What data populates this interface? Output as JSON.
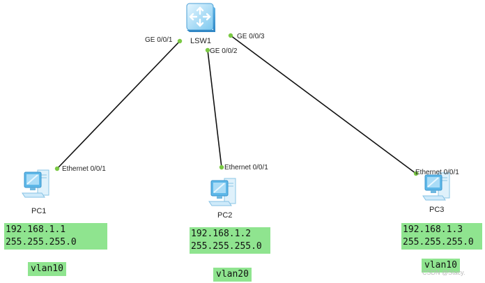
{
  "switch": {
    "name": "LSW1",
    "ports": {
      "p1": "GE 0/0/1",
      "p2": "GE 0/0/2",
      "p3": "GE 0/0/3"
    }
  },
  "hosts": [
    {
      "name": "PC1",
      "port": "Ethernet 0/0/1",
      "ip": "192.168.1.1",
      "mask": "255.255.255.0",
      "vlan": "vlan10"
    },
    {
      "name": "PC2",
      "port": "Ethernet 0/0/1",
      "ip": "192.168.1.2",
      "mask": "255.255.255.0",
      "vlan": "vlan20"
    },
    {
      "name": "PC3",
      "port": "Ethernet 0/0/1",
      "ip": "192.168.1.3",
      "mask": "255.255.255.0",
      "vlan": "vlan10"
    }
  ],
  "watermark": "CSDN @Stacy.",
  "colors": {
    "link": "#111111",
    "port_dot": "#7ac943",
    "label_bg": "#8fe48f",
    "device_blue": "#6fc3ee"
  },
  "icons": {
    "switch": "layer3-switch-icon",
    "host": "pc-icon"
  }
}
